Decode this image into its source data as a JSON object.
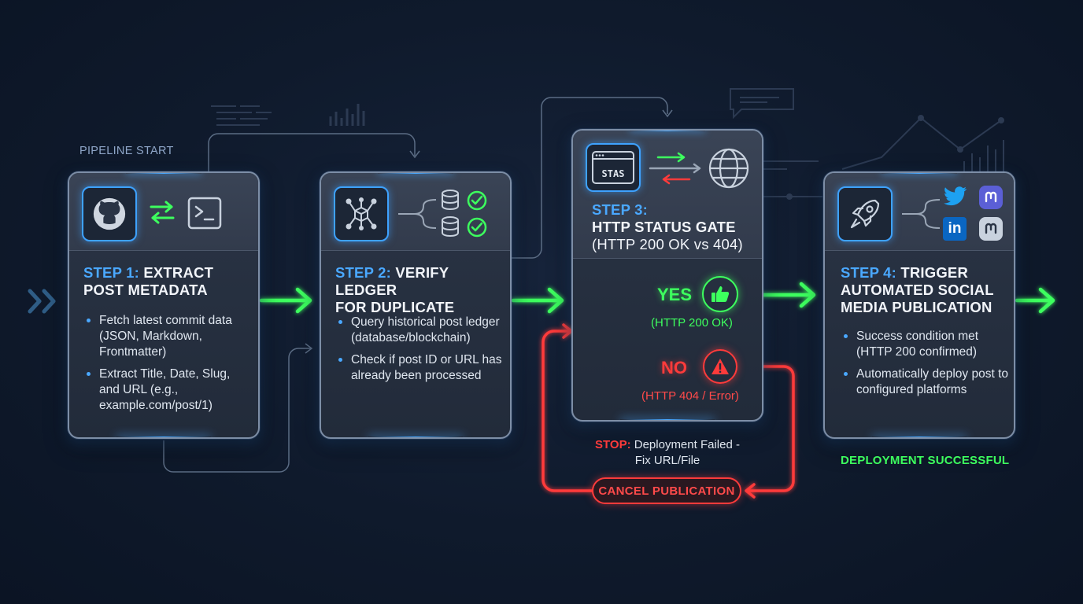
{
  "pipeline_start": "PIPELINE START",
  "step1": {
    "step_label": "STEP 1:",
    "title_rest_line1": "EXTRACT",
    "title_line2": "POST METADATA",
    "bullets": [
      "Fetch latest commit data (JSON, Markdown, Frontmatter)",
      "Extract Title, Date, Slug, and URL (e.g., example.com/post/1)"
    ]
  },
  "step2": {
    "step_label": "STEP 2:",
    "title_rest_line1": "VERIFY LEDGER",
    "title_line2": "FOR DUPLICATE",
    "bullets": [
      "Query historical post ledger (database/blockchain)",
      "Check if post ID or URL has already been processed"
    ]
  },
  "step3": {
    "step_label": "STEP 3:",
    "title_line2": "HTTP STATUS GATE",
    "title_line3": "(HTTP 200 OK vs 404)",
    "browser_text": "STAS",
    "yes_label": "YES",
    "yes_sub": "(HTTP 200 OK)",
    "no_label": "NO",
    "no_sub": "(HTTP 404 / Error)"
  },
  "stop": {
    "prefix": "STOP:",
    "line1_rest": " Deployment Failed -",
    "line2": "Fix URL/File"
  },
  "cancel_label": "CANCEL PUBLICATION",
  "step4": {
    "step_label": "STEP 4:",
    "title_rest_line1": "TRIGGER",
    "title_line2": "AUTOMATED SOCIAL",
    "title_line3": "MEDIA PUBLICATION",
    "bullets": [
      "Success condition met (HTTP 200 confirmed)",
      "Automatically deploy post to configured platforms"
    ],
    "social_icons": [
      "twitter-icon",
      "mastodon-icon",
      "linkedin-icon",
      "mastodon-icon"
    ],
    "linkedin_text": "in"
  },
  "deployment_successful": "DEPLOYMENT SUCCESSFUL",
  "colors": {
    "accent_blue": "#4aa8ff",
    "success_green": "#3dff5e",
    "error_red": "#ff3b3b",
    "background": "#0f1a2c"
  }
}
